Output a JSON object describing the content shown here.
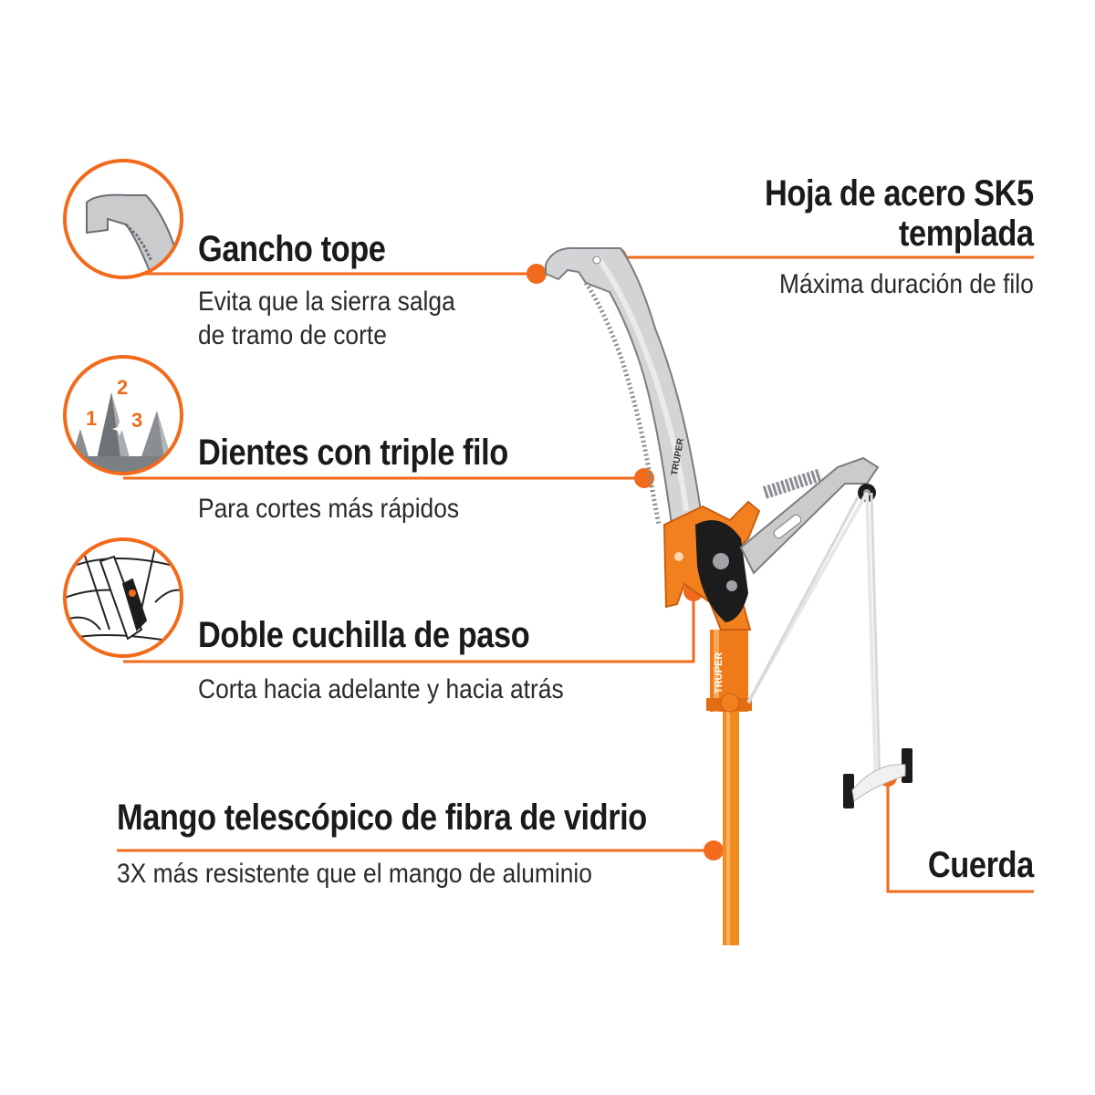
{
  "colors": {
    "accent": "#f26a1b",
    "text": "#1a1a1a",
    "steel": "#c9cbcd",
    "black": "#1c1c1c"
  },
  "features": {
    "gancho": {
      "title": "Gancho tope",
      "line1": "Evita que la sierra salga",
      "line2": "de tramo de corte",
      "icon": "hook-icon"
    },
    "dientes": {
      "title": "Dientes con triple filo",
      "line1": "Para cortes más rápidos",
      "icon": "teeth-icon",
      "numbers": [
        "1",
        "2",
        "3"
      ]
    },
    "cuchilla": {
      "title": "Doble cuchilla de paso",
      "line1": "Corta hacia adelante y hacia atrás",
      "icon": "pruner-icon"
    },
    "mango": {
      "title": "Mango telescópico de fibra de vidrio",
      "line1": "3X más resistente que el mango de aluminio"
    },
    "hoja": {
      "title_line1": "Hoja de acero SK5",
      "title_line2": "templada",
      "line1": "Máxima duración de filo"
    },
    "cuerda": {
      "title": "Cuerda"
    }
  },
  "product": {
    "brand_on_blade": "TRUPER",
    "brand_on_tube": "TRUPER"
  }
}
